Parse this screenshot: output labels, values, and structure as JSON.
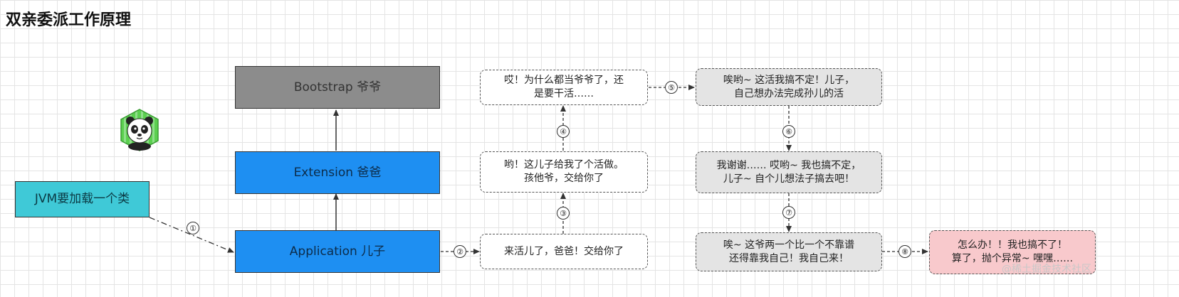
{
  "title": "双亲委派工作原理",
  "nodes": {
    "bootstrap": "Bootstrap 爷爷",
    "extension": "Extension 爸爸",
    "application": "Application 儿子",
    "jvm": "JVM要加载一个类"
  },
  "notes": {
    "n_app": "来活儿了，爸爸！交给你了",
    "n_ext": "哟！这儿子给我了个活做。\n孩他爷，交给你了",
    "n_boot": "哎！为什么都当爷爷了，还\n是要干活……",
    "n_boot_reply": "唉哟~ 这活我搞不定！儿子，\n自己想办法完成孙儿的活",
    "n_ext_reply": "我谢谢…… 哎哟~ 我也搞不定，\n儿子~ 自个儿想法子搞去吧！",
    "n_app_reply": "唉~ 这爷两一个比一个不靠谱\n还得靠我自己！我自己来！",
    "n_fail": "怎么办！！我也搞不了！\n算了，抛个异常~ 嘿嘿……"
  },
  "steps": [
    "①",
    "②",
    "③",
    "④",
    "⑤",
    "⑥",
    "⑦",
    "⑧"
  ],
  "icons": {
    "avatar": "panda-icon"
  },
  "watermark": "@稀土掘金技术社区",
  "colors": {
    "bootstrap": "#8c8c8c",
    "blue": "#1e8ff2",
    "jvm": "#3fc9d7",
    "note_grey": "#e4e4e4",
    "note_pink": "#f8c9cc"
  }
}
